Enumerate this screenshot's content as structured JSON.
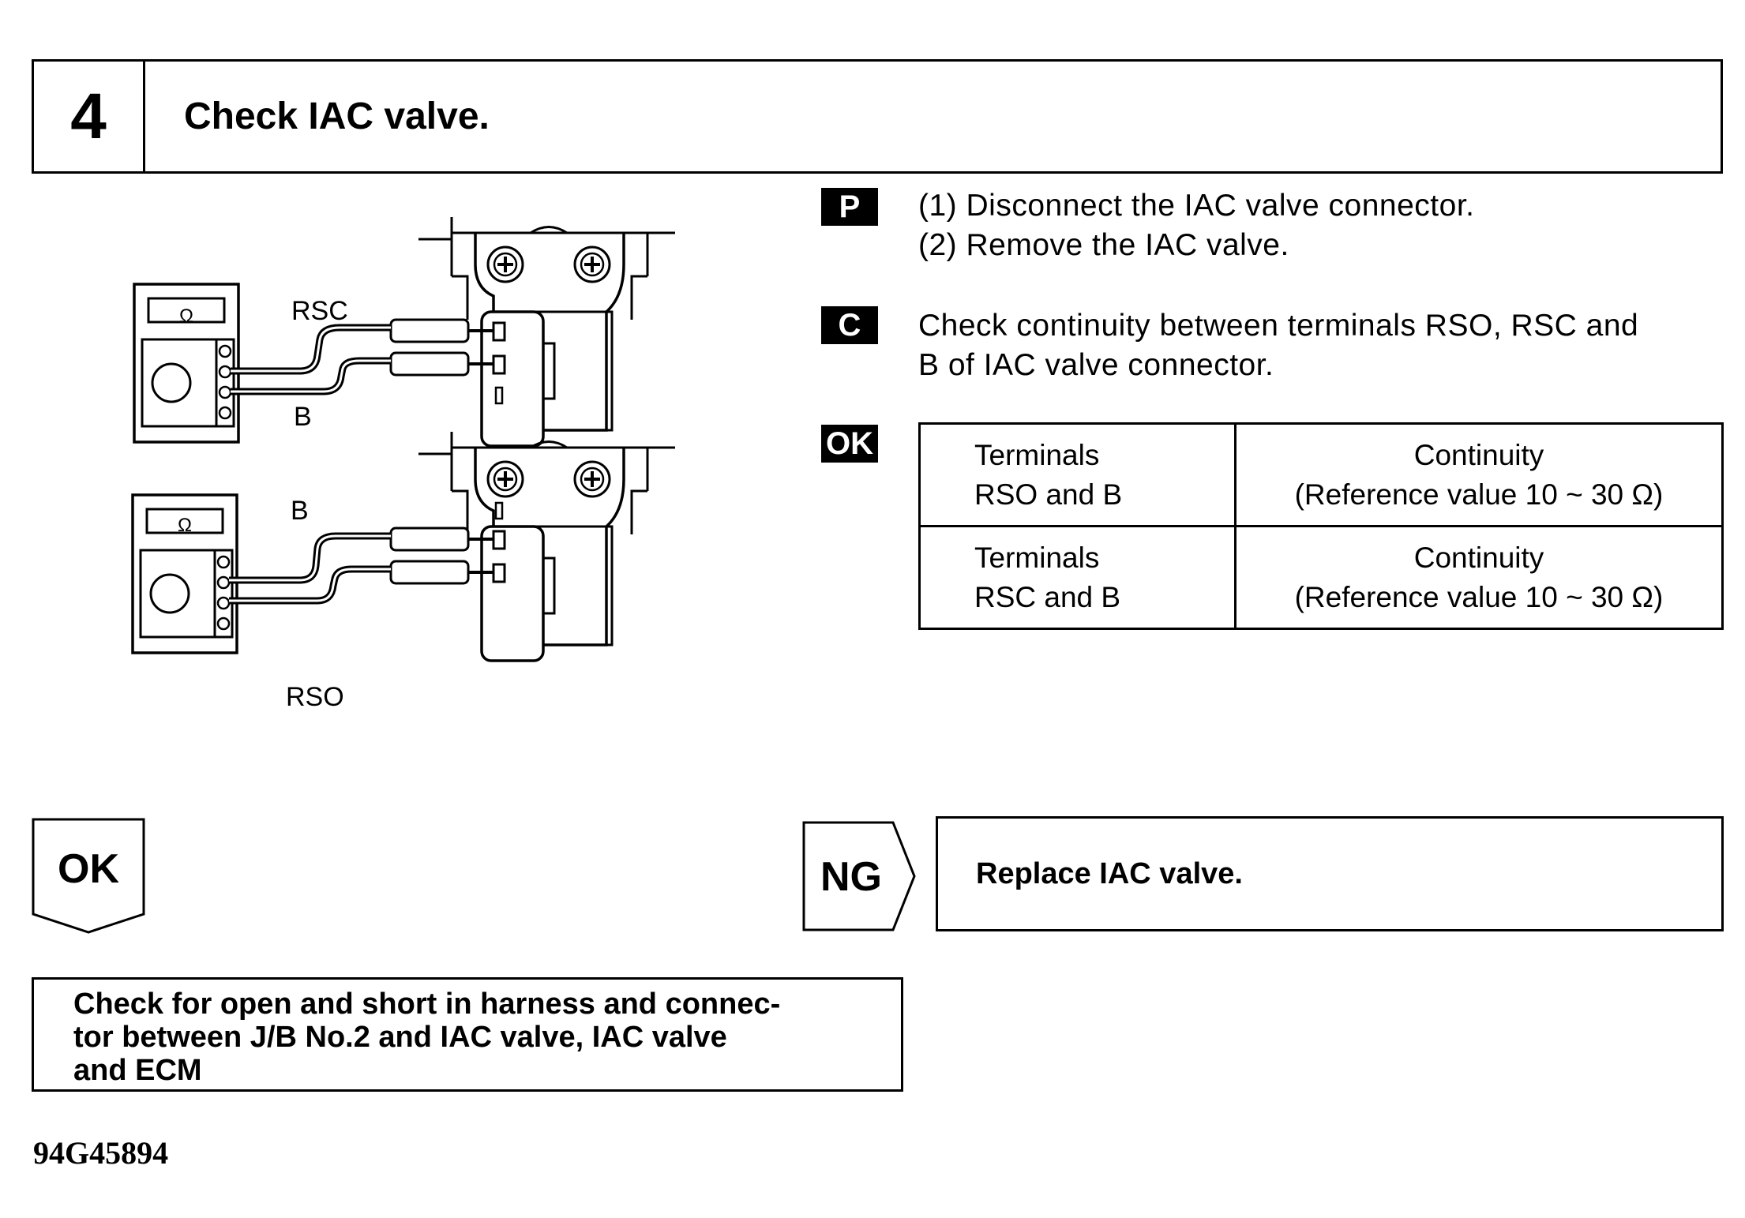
{
  "header": {
    "step_number": "4",
    "title": "Check IAC valve."
  },
  "diagram": {
    "meter_symbol": "Ω",
    "top": {
      "upper_label": "RSC",
      "lower_label": "B"
    },
    "bottom": {
      "upper_label": "B",
      "lower_label": "RSO"
    }
  },
  "instructions": {
    "p_badge": "P",
    "p_lines": [
      "(1) Disconnect the IAC valve connector.",
      "(2) Remove the IAC valve."
    ],
    "c_badge": "C",
    "c_lines": [
      "Check continuity between terminals RSO, RSC and",
      "B of IAC valve connector."
    ],
    "ok_badge": "OK"
  },
  "spec_table": {
    "rows": [
      {
        "terminals_1": "Terminals",
        "terminals_2": "RSO and B",
        "result_1": "Continuity",
        "result_2": "(Reference value 10 ~ 30 Ω)"
      },
      {
        "terminals_1": "Terminals",
        "terminals_2": "RSC and B",
        "result_1": "Continuity",
        "result_2": "(Reference value 10 ~ 30 Ω)"
      }
    ]
  },
  "flow": {
    "ok_label": "OK",
    "ng_label": "NG",
    "ng_action": "Replace IAC valve.",
    "ok_action_lines": [
      "Check for open and short in harness and connec-",
      "tor between J/B No.2 and IAC valve, IAC valve",
      "and ECM"
    ]
  },
  "figure_code": "94G45894"
}
